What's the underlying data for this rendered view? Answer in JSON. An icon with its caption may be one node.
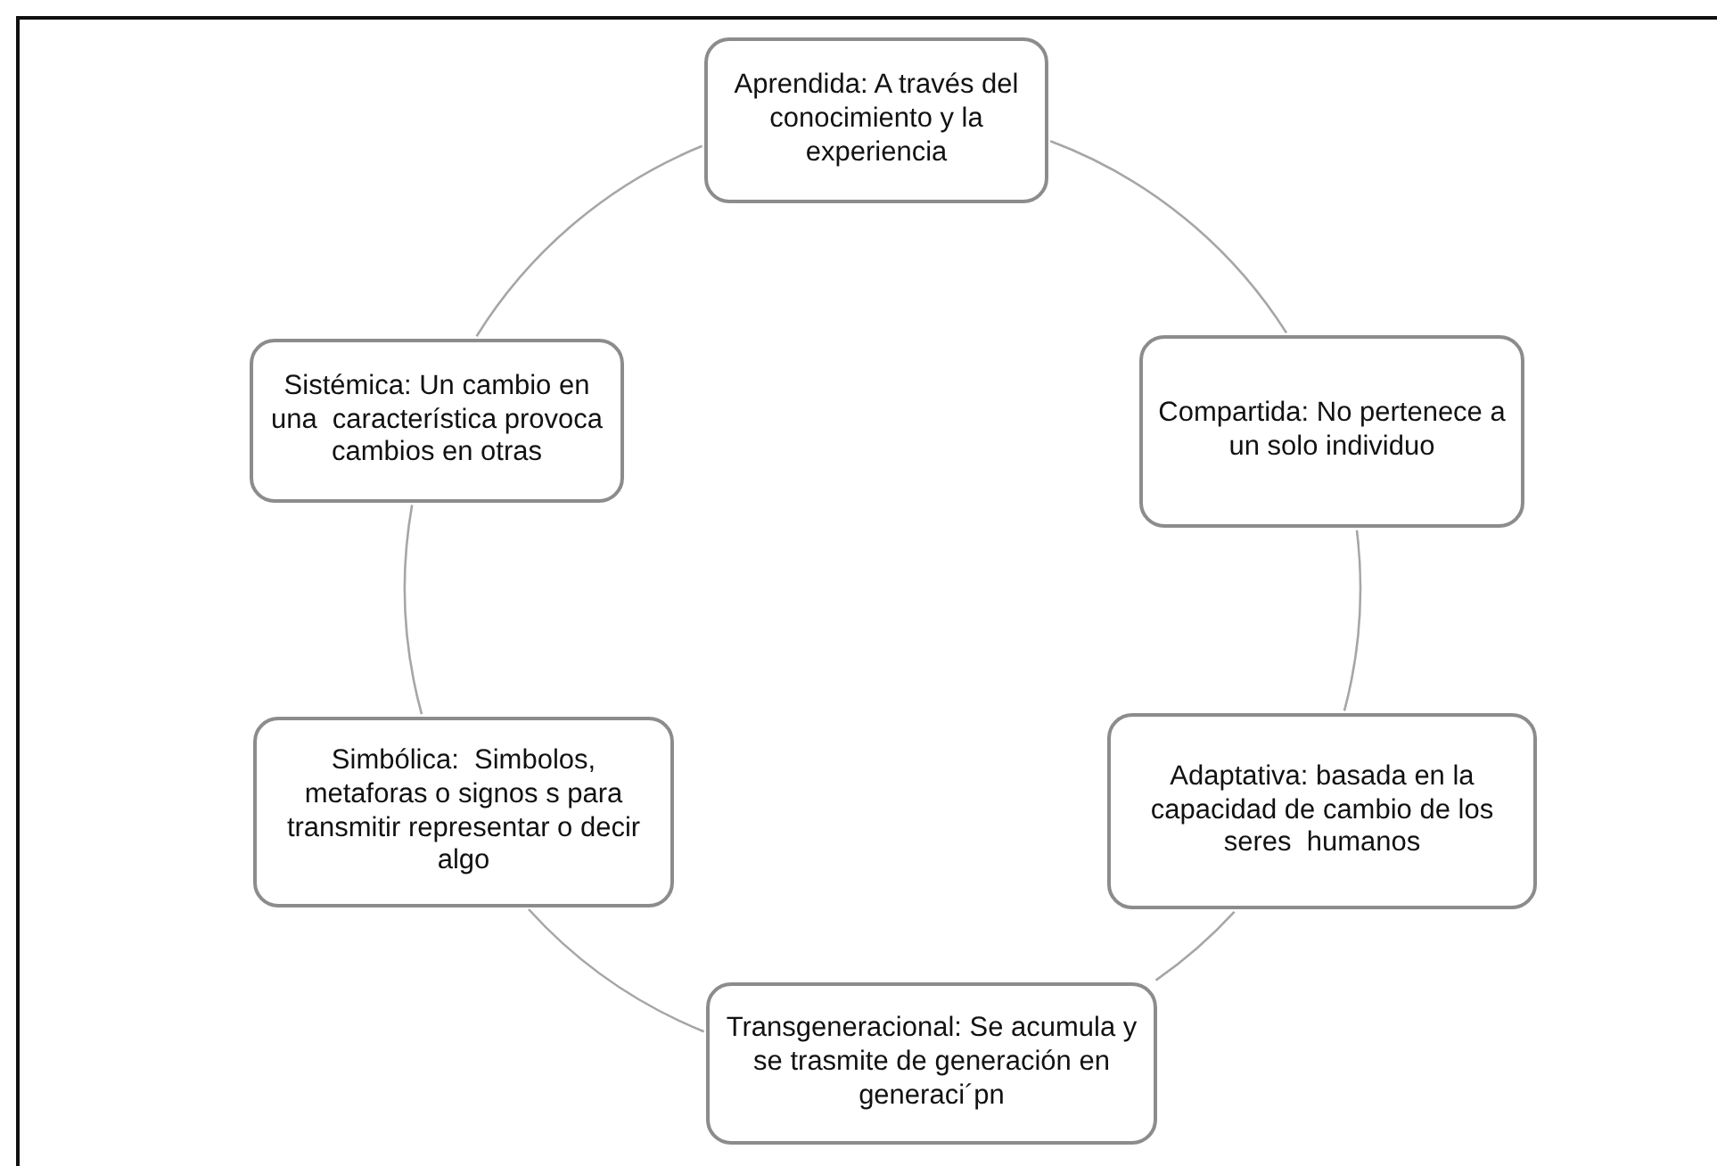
{
  "diagram": {
    "nodes": [
      {
        "text": [
          "Aprendida: A través del conocimiento y la experiencia"
        ]
      },
      {
        "text": [
          "Compartida: No pertenece a un solo individuo"
        ]
      },
      {
        "text": [
          "Adaptativa: basada en la capacidad de cambio de los seres  humanos"
        ]
      },
      {
        "text": [
          "Transgeneracional: Se acumula y se trasmite de generación en generaci´pn"
        ]
      },
      {
        "text": [
          "Simbólica:  Simbolos, metaforas o signos s para transmitir representar o decir algo"
        ]
      },
      {
        "text": [
          "Sistémica: Un cambio en una  característica provoca cambios en otras"
        ]
      }
    ],
    "edges": [
      {
        "from": 0,
        "to": 1,
        "arrow": "none"
      },
      {
        "from": 1,
        "to": 2,
        "arrow": "none"
      },
      {
        "from": 2,
        "to": 3,
        "arrow": "none"
      },
      {
        "from": 3,
        "to": 4,
        "arrow": "none"
      },
      {
        "from": 4,
        "to": 5,
        "arrow": "none"
      },
      {
        "from": 5,
        "to": 0,
        "arrow": "none"
      }
    ]
  }
}
